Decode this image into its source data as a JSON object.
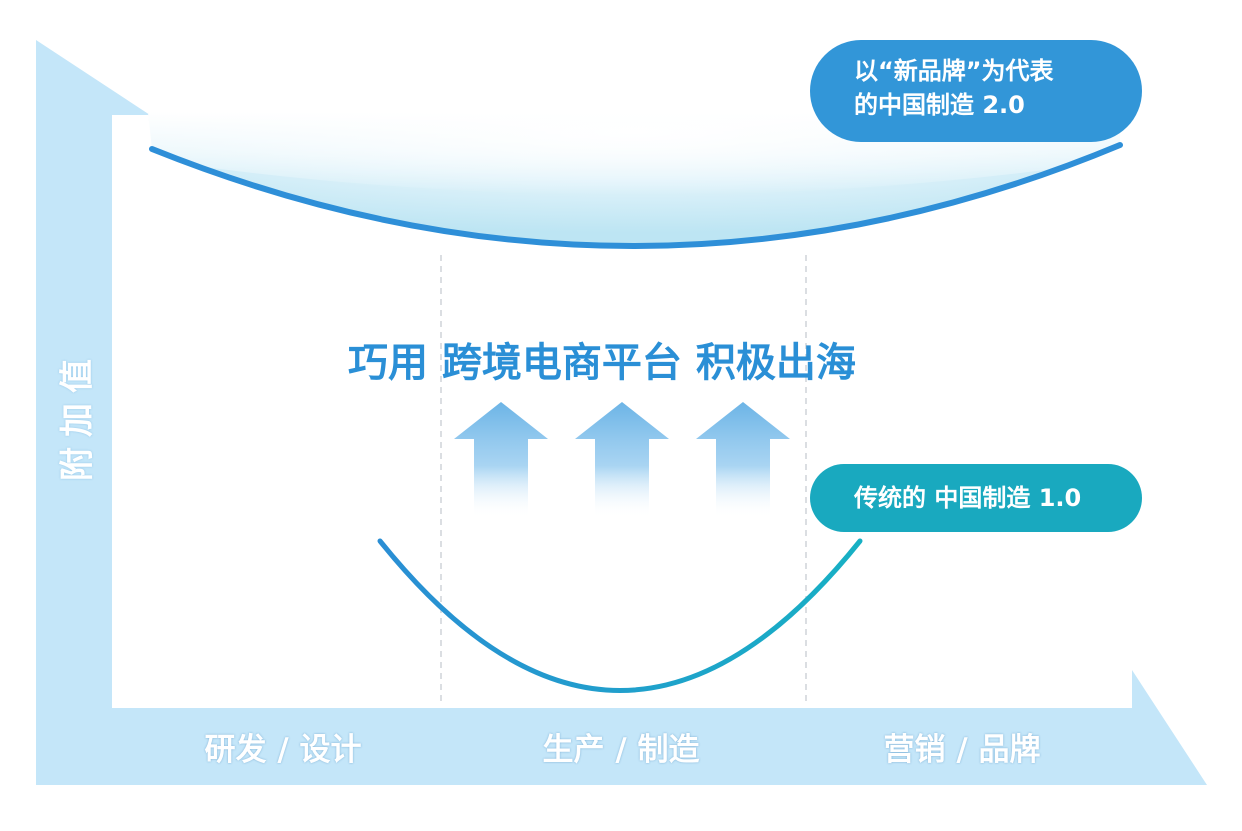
{
  "diagram": {
    "y_axis_label": "附加值",
    "x_axis_labels": [
      "研发 / 设计",
      "生产 / 制造",
      "营销 / 品牌"
    ],
    "headline": "巧用 跨境电商平台 积极出海",
    "upper_curve_label": [
      "以“新品牌”为代表",
      "的中国制造 2.0"
    ],
    "lower_curve_label": "传统的 中国制造 1.0",
    "colors": {
      "axis_band": "#c4e6f9",
      "upper_curve": "#2e8fd8",
      "lower_curve_start": "#2a8ed4",
      "lower_curve_end": "#17b0c4",
      "upper_pill": "#3296d8",
      "lower_pill": "#19a9bf",
      "headline": "#2a8fd6",
      "arrow": "#6cb4e6",
      "divider": "#cfd4d8"
    },
    "arrow_count": 3
  }
}
